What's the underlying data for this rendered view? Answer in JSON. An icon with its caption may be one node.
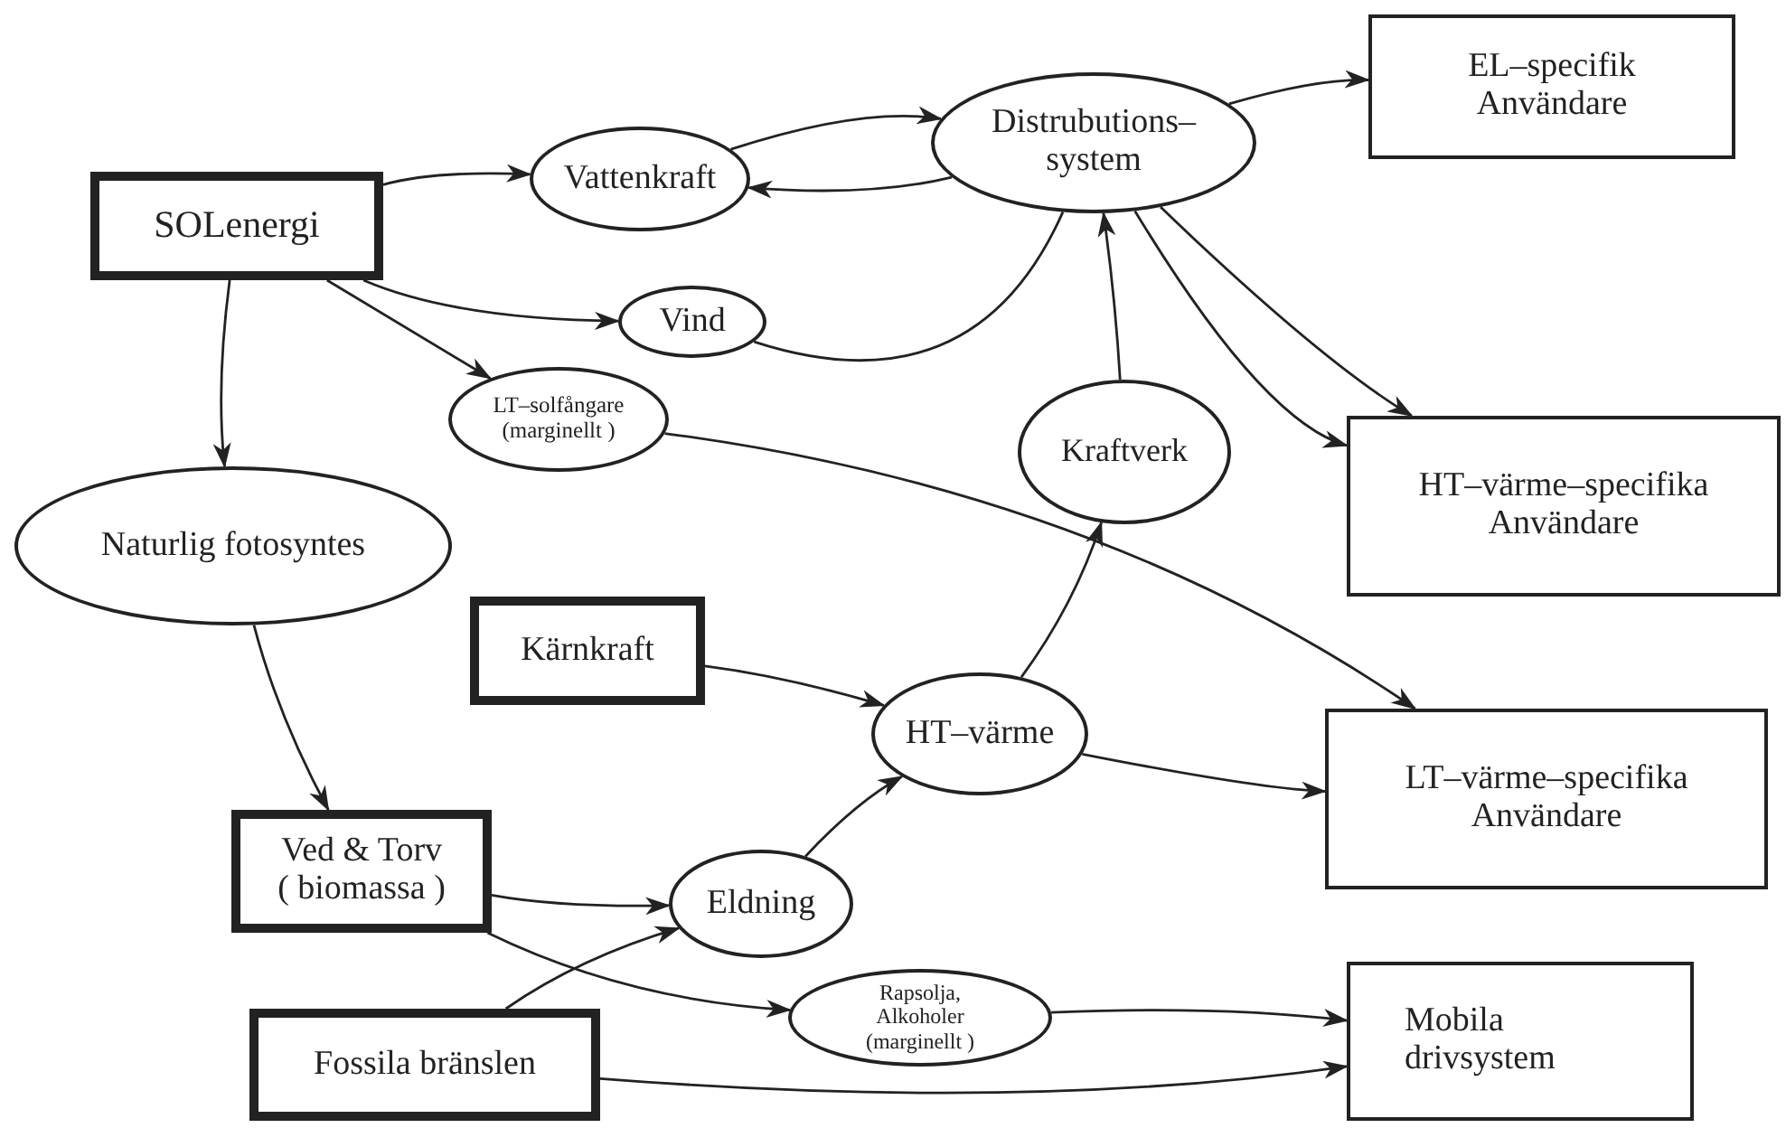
{
  "diagram": {
    "nodes": [
      {
        "text": [
          "SOLenergi"
        ]
      },
      {
        "text": [
          "Vattenkraft"
        ]
      },
      {
        "text": [
          "Distrubutions– system"
        ]
      },
      {
        "text": [
          "EL–specifik Användare"
        ]
      },
      {
        "text": [
          "Vind"
        ]
      },
      {
        "text": [
          "LT–solfångare (marginellt )"
        ]
      },
      {
        "text": [
          "Kraftverk"
        ]
      },
      {
        "text": [
          "HT–värme–specifika Användare"
        ]
      },
      {
        "text": [
          "Naturlig fotosyntes"
        ]
      },
      {
        "text": [
          "Kärnkraft"
        ]
      },
      {
        "text": [
          "HT–värme"
        ]
      },
      {
        "text": [
          "LT–värme–specifika Användare"
        ]
      },
      {
        "text": [
          "Ved & Torv ( biomassa )"
        ]
      },
      {
        "text": [
          "Eldning"
        ]
      },
      {
        "text": [
          "Rapsolja, Alkoholer (marginellt )"
        ]
      },
      {
        "text": [
          "Mobila drivsystem"
        ]
      },
      {
        "text": [
          "Fossila bränslen"
        ]
      }
    ],
    "edges": [
      {
        "from": 0,
        "to": 1,
        "arrow": "to"
      },
      {
        "from": 0,
        "to": 4,
        "arrow": "to"
      },
      {
        "from": 0,
        "to": 5,
        "arrow": "to"
      },
      {
        "from": 0,
        "to": 8,
        "arrow": "to"
      },
      {
        "from": 1,
        "to": 2,
        "arrow": "to"
      },
      {
        "from": 2,
        "to": 1,
        "arrow": "to"
      },
      {
        "from": 4,
        "to": 2,
        "arrow": "none"
      },
      {
        "from": 2,
        "to": 3,
        "arrow": "to"
      },
      {
        "from": 2,
        "to": 7,
        "arrow": "to"
      },
      {
        "from": 2,
        "to": 7,
        "arrow": "to"
      },
      {
        "from": 6,
        "to": 2,
        "arrow": "to"
      },
      {
        "from": 10,
        "to": 6,
        "arrow": "to"
      },
      {
        "from": 5,
        "to": 11,
        "arrow": "to"
      },
      {
        "from": 9,
        "to": 10,
        "arrow": "to"
      },
      {
        "from": 10,
        "to": 11,
        "arrow": "to"
      },
      {
        "from": 8,
        "to": 12,
        "arrow": "to"
      },
      {
        "from": 12,
        "to": 13,
        "arrow": "to"
      },
      {
        "from": 12,
        "to": 14,
        "arrow": "to"
      },
      {
        "from": 16,
        "to": 13,
        "arrow": "to"
      },
      {
        "from": 13,
        "to": 10,
        "arrow": "to"
      },
      {
        "from": 14,
        "to": 15,
        "arrow": "to"
      },
      {
        "from": 16,
        "to": 15,
        "arrow": "to"
      }
    ]
  }
}
